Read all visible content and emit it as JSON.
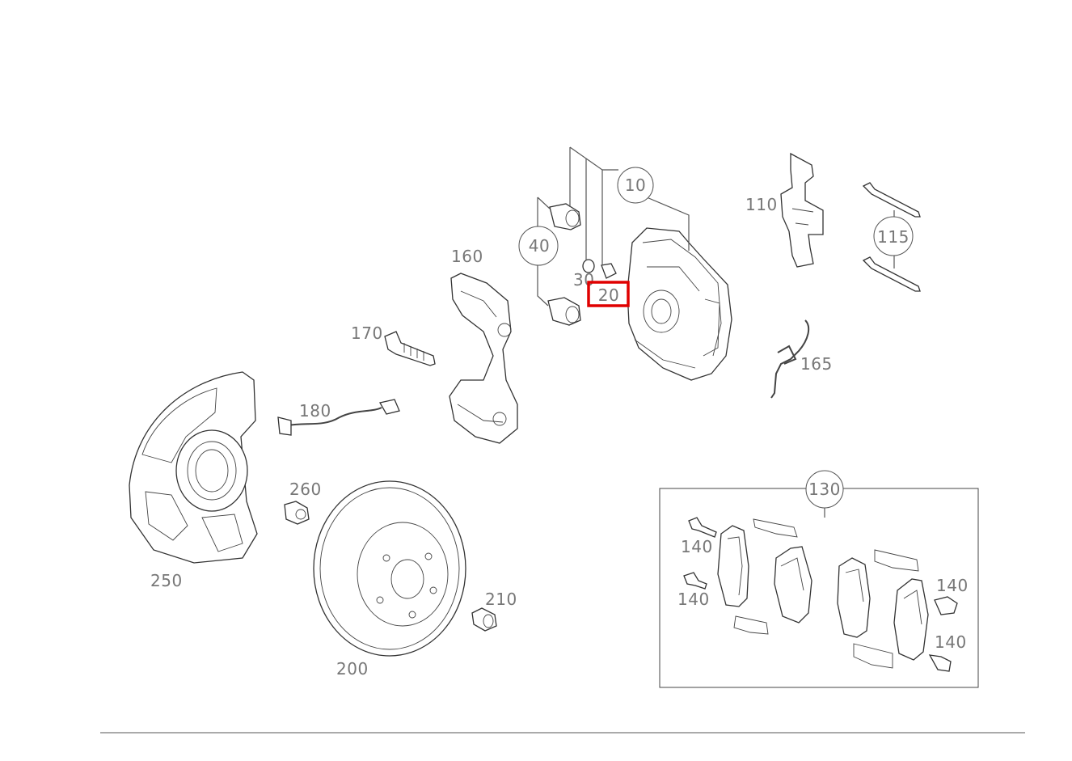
{
  "labels": {
    "p10": "10",
    "p20": "20",
    "p30": "30",
    "p40": "40",
    "p110": "110",
    "p115": "115",
    "p130": "130",
    "p140a": "140",
    "p140b": "140",
    "p140c": "140",
    "p140d": "140",
    "p160": "160",
    "p165": "165",
    "p170": "170",
    "p180": "180",
    "p200": "200",
    "p210": "210",
    "p250": "250",
    "p260": "260"
  },
  "highlight": {
    "part": "20",
    "color": "#e00000"
  }
}
